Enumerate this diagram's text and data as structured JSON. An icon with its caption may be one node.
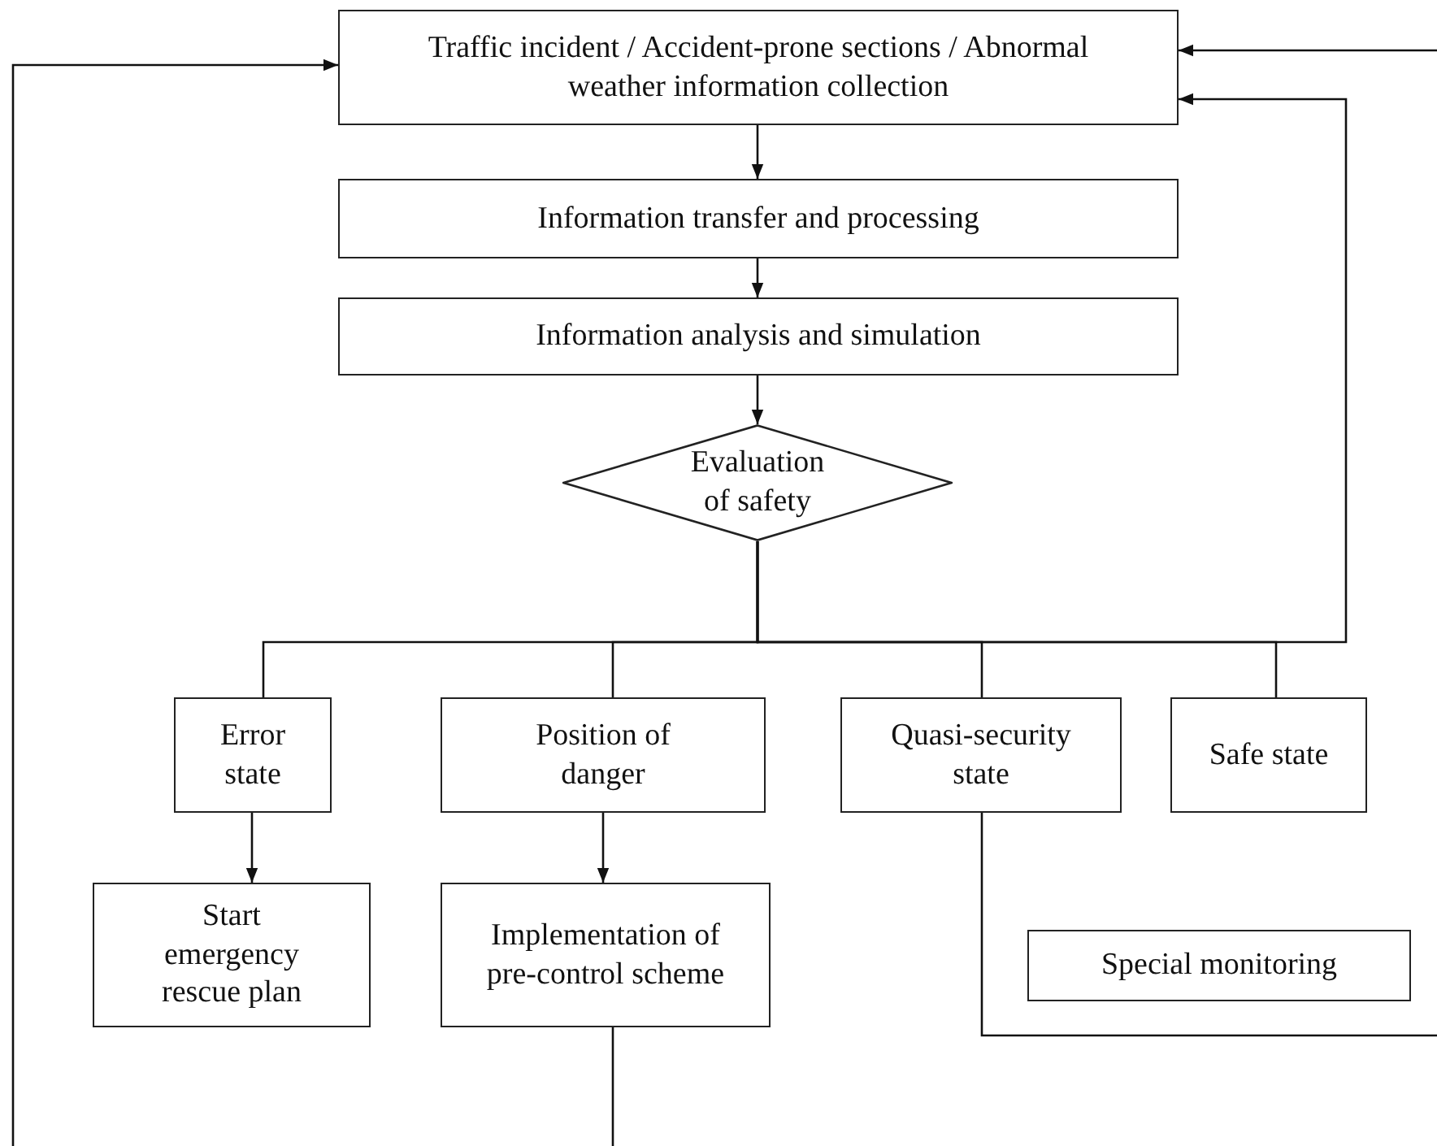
{
  "diagram": {
    "nodes": [
      {
        "text": [
          "Traffic incident / Accident-prone sections / Abnormal weather information collection"
        ]
      },
      {
        "text": [
          "Information transfer and processing"
        ]
      },
      {
        "text": [
          "Information analysis and simulation"
        ]
      },
      {
        "text": [
          "Evaluation of safety"
        ]
      },
      {
        "text": [
          "Error state"
        ]
      },
      {
        "text": [
          "Position of danger"
        ]
      },
      {
        "text": [
          "Quasi-security state"
        ]
      },
      {
        "text": [
          "Safe state"
        ]
      },
      {
        "text": [
          "Start emergency rescue plan"
        ]
      },
      {
        "text": [
          "Implementation of pre-control scheme"
        ]
      },
      {
        "text": [
          "Special monitoring"
        ]
      }
    ],
    "edges": [
      {
        "from": 0,
        "to": 1,
        "arrow": "to"
      },
      {
        "from": 1,
        "to": 2,
        "arrow": "to"
      },
      {
        "from": 2,
        "to": 3,
        "arrow": "to"
      },
      {
        "from": 3,
        "to": 4,
        "arrow": "none"
      },
      {
        "from": 3,
        "to": 5,
        "arrow": "none"
      },
      {
        "from": 3,
        "to": 6,
        "arrow": "none"
      },
      {
        "from": 3,
        "to": 7,
        "arrow": "none"
      },
      {
        "from": 3,
        "to": 0,
        "arrow": "to"
      },
      {
        "from": 4,
        "to": 8,
        "arrow": "to"
      },
      {
        "from": 5,
        "to": 9,
        "arrow": "to"
      },
      {
        "from": 9,
        "to": null,
        "arrow": "none"
      },
      {
        "from": 6,
        "to": null,
        "arrow": "none"
      },
      {
        "from": null,
        "to": 0,
        "arrow": "to"
      },
      {
        "from": null,
        "to": 0,
        "arrow": "to"
      }
    ]
  }
}
